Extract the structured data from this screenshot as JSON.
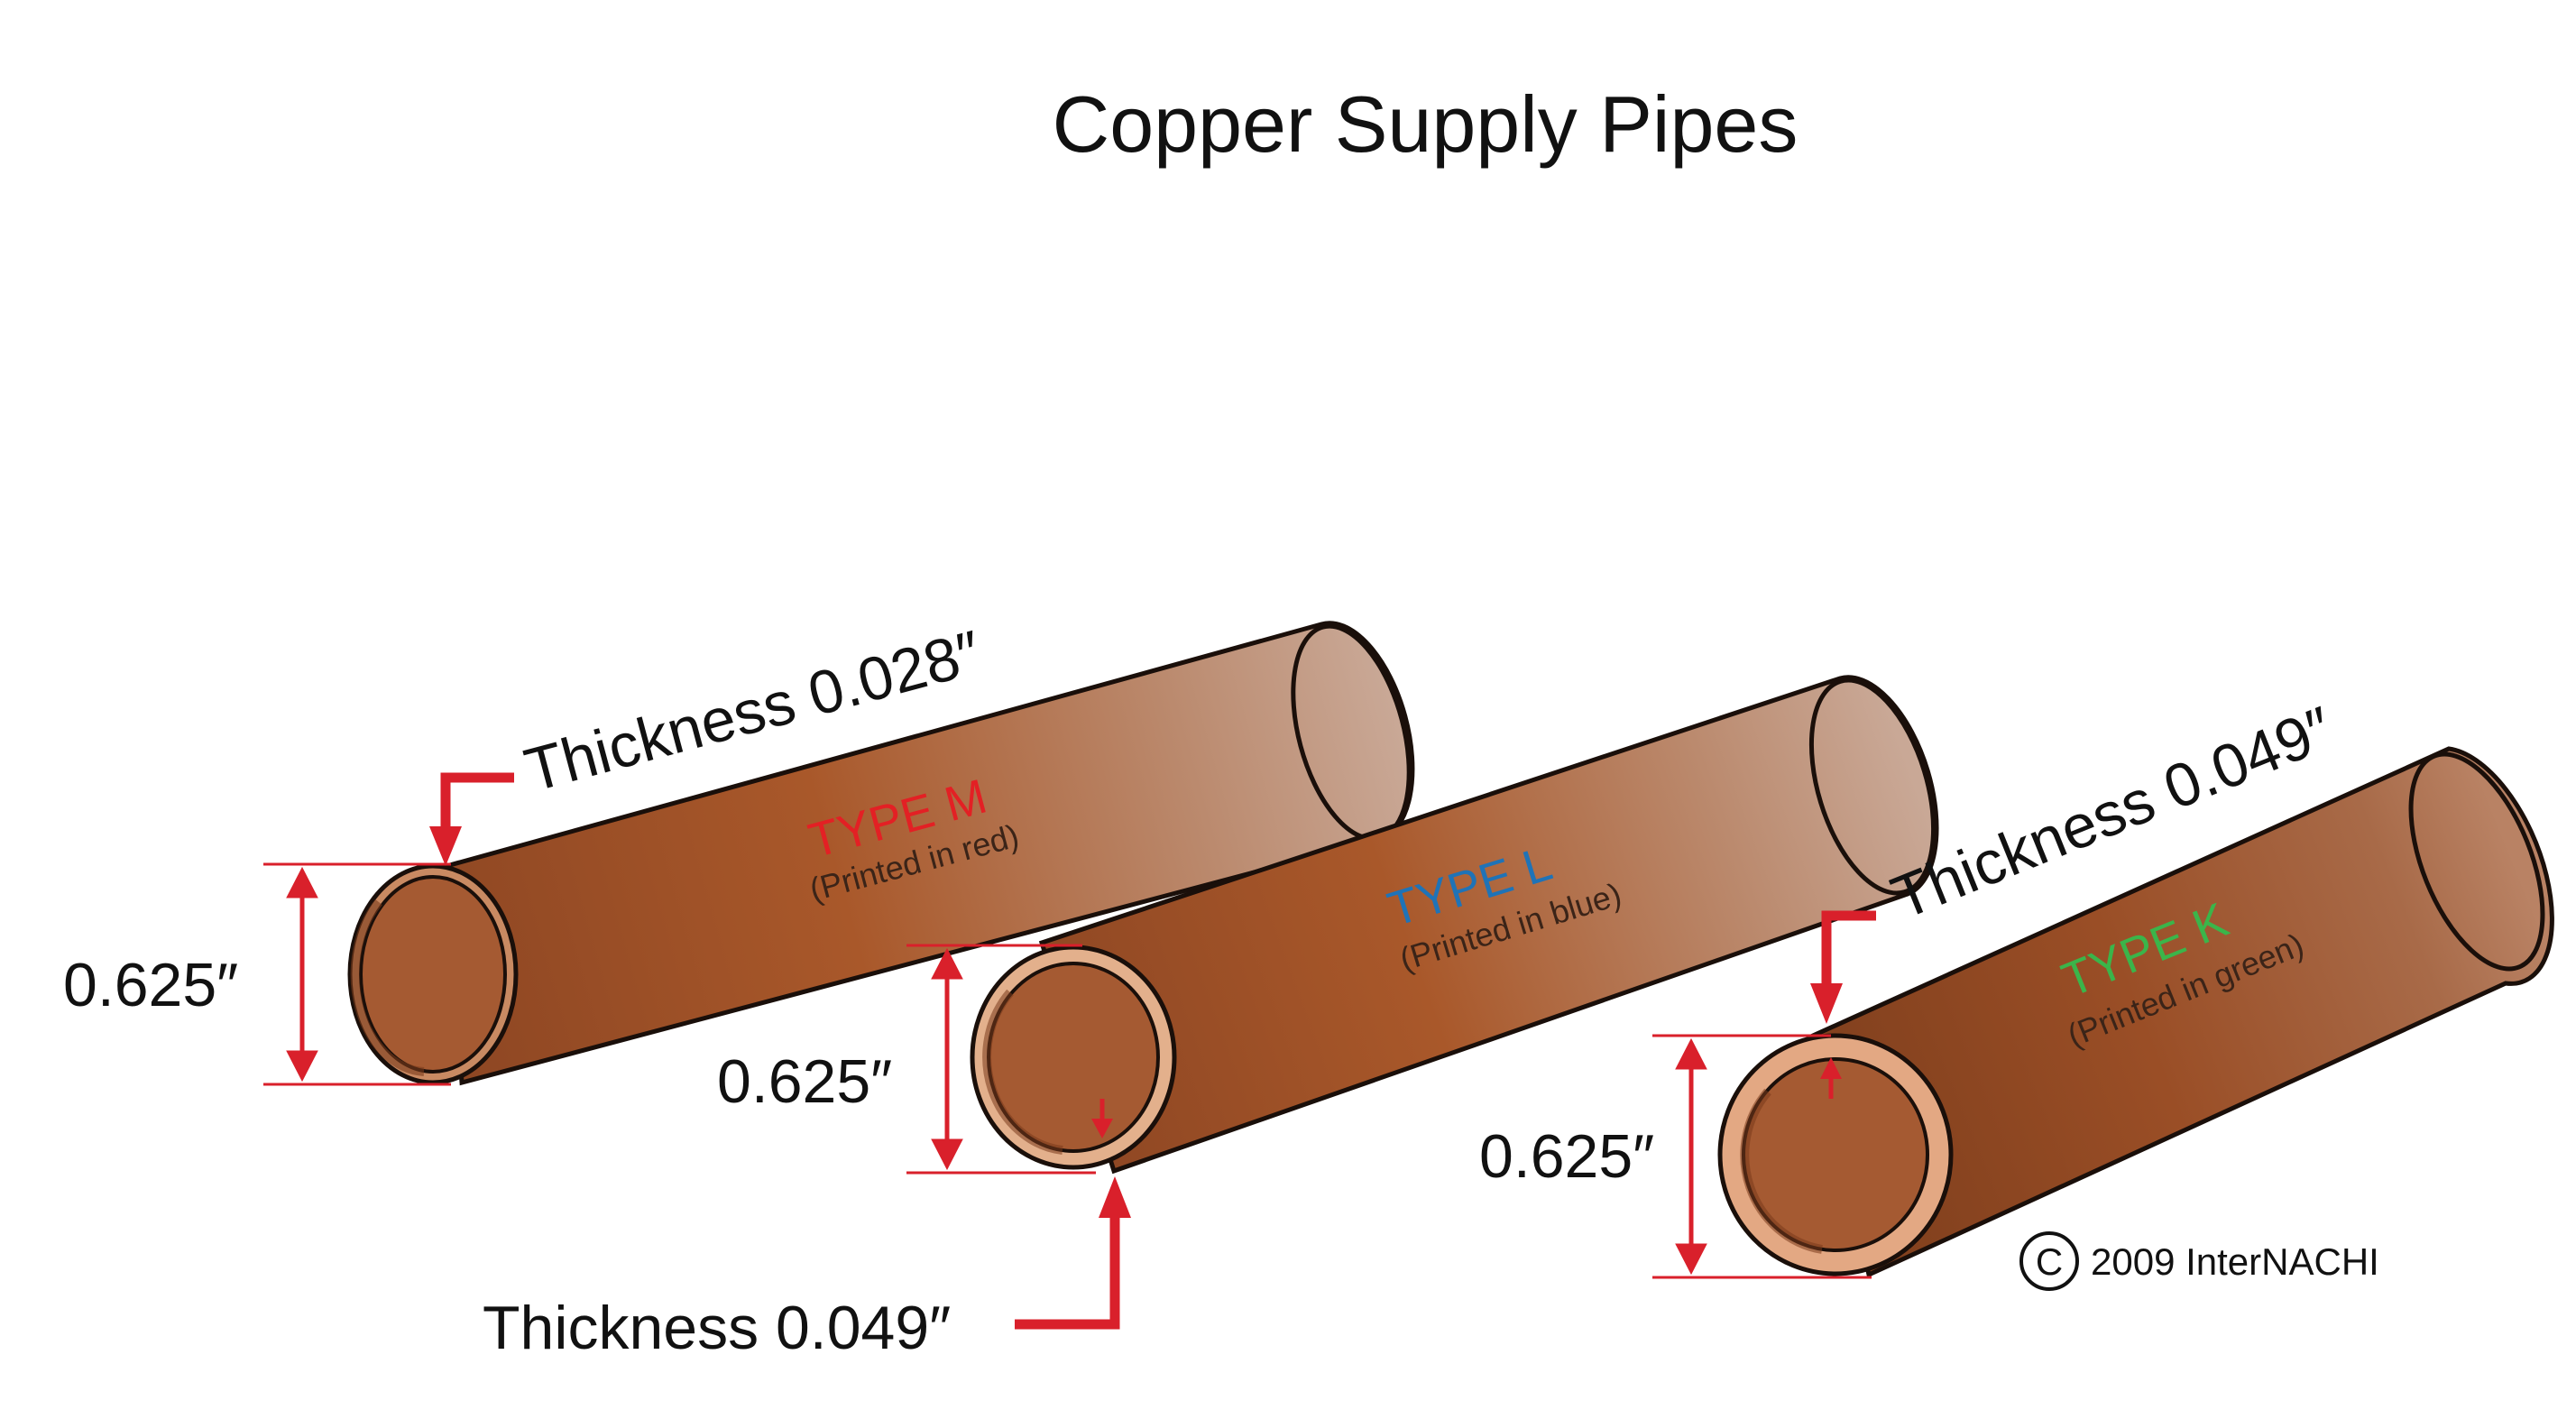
{
  "title": "Copper Supply Pipes",
  "pipes": [
    {
      "type_label": "TYPE M",
      "print_note": "(Printed in red)",
      "label_color": "#e32024",
      "diameter": "0.625″",
      "thickness": "Thickness 0.028″"
    },
    {
      "type_label": "TYPE L",
      "print_note": "(Printed in blue)",
      "label_color": "#1f73b7",
      "diameter": "0.625″",
      "thickness": "Thickness 0.049″"
    },
    {
      "type_label": "TYPE K",
      "print_note": "(Printed in green)",
      "label_color": "#3bb54a",
      "diameter": "0.625″",
      "thickness": "Thickness 0.049″"
    }
  ],
  "copyright": {
    "symbol": "C",
    "text": "2009  InterNACHI"
  },
  "colors": {
    "copper_dark": "#7a3c1b",
    "copper_mid": "#a9582a",
    "copper_light": "#c9a48e",
    "pipe_inner": "#a55a32",
    "pipe_wall": "#e3b08c",
    "dimension_red": "#d9202b"
  },
  "icons": [
    "copyright-icon",
    "arrow-icon"
  ]
}
